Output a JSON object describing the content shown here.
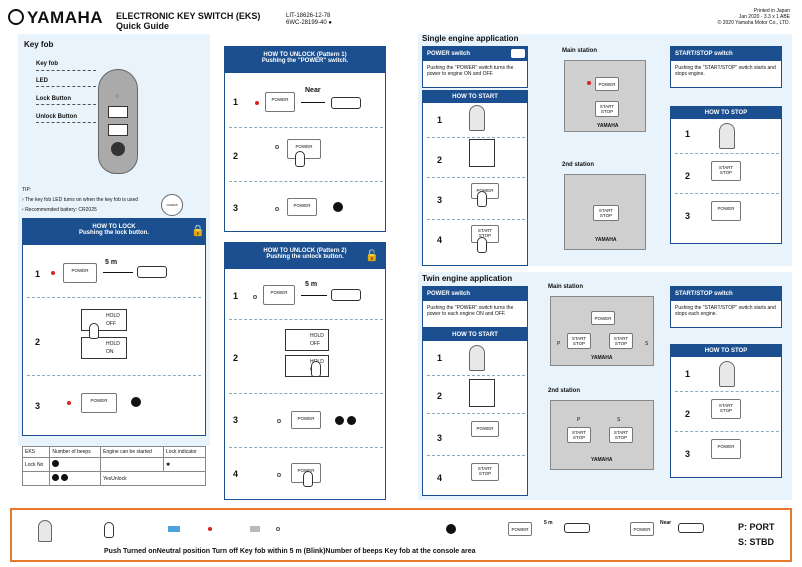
{
  "header": {
    "brand": "YAMAHA",
    "title1": "ELECTRONIC KEY SWITCH (EKS)",
    "title2": "Quick Guide",
    "lit": "LIT-18626-12-78",
    "doc": "6WC-28199-40",
    "printed": "Printed in Japan",
    "date": "Jan 2020 - 3.3 x 1 ABE",
    "copyright": "© 2020 Yamaha Motor Co., LTD."
  },
  "keyfob": {
    "heading": "Key fob",
    "labels": [
      "Key fob",
      "LED",
      "Lock Button",
      "Unlock Button"
    ],
    "tip": "TIP:",
    "tip1": "The key fob LED turns on when the key fob is used",
    "tip2": "Recommended battery: CR2025",
    "battery": "CR2025"
  },
  "lock": {
    "heading": "HOW TO LOCK",
    "sub": "Pushing the lock button.",
    "steps": [
      "1",
      "2",
      "3"
    ],
    "dist": "5 m",
    "power": "POWER",
    "hold": "HOLD",
    "off": "OFF",
    "on": "ON"
  },
  "table": {
    "headers": [
      "EKS",
      "Number of beeps",
      "Engine can be started",
      "Lock indicator"
    ],
    "row1": "Lock No",
    "row2": "YesUnlock"
  },
  "unlock1": {
    "heading": "HOW TO UNLOCK (Pattern 1)",
    "sub": "Pushing the \"POWER\" switch.",
    "steps": [
      "1",
      "2",
      "3"
    ],
    "near": "Near",
    "power": "POWER"
  },
  "unlock2": {
    "heading": "HOW TO UNLOCK (Pattern 2)",
    "sub": "Pushing the unlock button.",
    "steps": [
      "1",
      "2",
      "3",
      "4"
    ],
    "dist": "5 m",
    "power": "POWER",
    "hold": "HOLD",
    "off": "OFF",
    "on": "ON"
  },
  "single": {
    "heading": "Single engine application",
    "power_title": "POWER switch",
    "power_desc": "Pushing the \"POWER\" switch turns the power to engine ON and OFF.",
    "start_title": "HOW TO START",
    "steps": [
      "1",
      "2",
      "3",
      "4"
    ],
    "main": "Main station",
    "second": "2nd station",
    "ss_title": "START/STOP switch",
    "ss_desc": "Pushing the \"START/STOP\" switch starts and stops engine.",
    "stop_title": "HOW TO STOP",
    "stop_steps": [
      "1",
      "2",
      "3"
    ],
    "yamaha": "YAMAHA",
    "power": "POWER",
    "start": "START",
    "stop": "STOP"
  },
  "twin": {
    "heading": "Twin engine application",
    "power_title": "POWER switch",
    "power_desc": "Pushing the \"POWER\" switch turns the power to each engine ON and OFF.",
    "start_title": "HOW TO START",
    "steps": [
      "1",
      "2",
      "3",
      "4"
    ],
    "main": "Main station",
    "second": "2nd station",
    "ss_title": "START/STOP switch",
    "ss_desc": "Pushing the \"START/STOP\" switch starts and stops each engine.",
    "stop_title": "HOW TO STOP",
    "stop_steps": [
      "1",
      "2",
      "3"
    ],
    "p": "P",
    "s": "S",
    "yamaha": "YAMAHA"
  },
  "legend": {
    "text": "Push Turned onNeutral position Turn off Key fob within 5 m (Blink)Number of beeps Key fob at the console area",
    "near": "Near",
    "dist": "5 m",
    "port": "P: PORT",
    "stbd": "S: STBD",
    "power": "POWER"
  },
  "colors": {
    "accent": "#1c4f8f",
    "panel": "#e8f3fb",
    "legend_border": "#e8792b"
  }
}
